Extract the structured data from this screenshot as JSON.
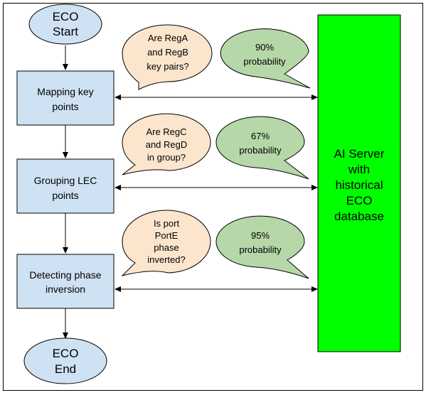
{
  "colors": {
    "ellipse_fill": "#cfe2f3",
    "box_fill": "#cfe2f3",
    "question_fill": "#fce5cd",
    "probability_fill": "#b6d7a8",
    "server_fill": "#00ff00",
    "stroke": "#000000"
  },
  "start": {
    "line1": "ECO",
    "line2": "Start"
  },
  "end": {
    "line1": "ECO",
    "line2": "End"
  },
  "steps": [
    {
      "line1": "Mapping key",
      "line2": "points"
    },
    {
      "line1": "Grouping LEC",
      "line2": "points"
    },
    {
      "line1": "Detecting phase",
      "line2": "inversion"
    }
  ],
  "questions": [
    {
      "lines": [
        "Are RegA",
        "and RegB",
        "key pairs?"
      ]
    },
    {
      "lines": [
        "Are RegC",
        "and RegD",
        "in group?"
      ]
    },
    {
      "lines": [
        "Is port",
        "PortE",
        "phase",
        "inverted?"
      ]
    }
  ],
  "probabilities": [
    {
      "line1": "90%",
      "line2": "probability"
    },
    {
      "line1": "67%",
      "line2": "probability"
    },
    {
      "line1": "95%",
      "line2": "probability"
    }
  ],
  "server": {
    "lines": [
      "AI Server",
      "with",
      "historical",
      "ECO",
      "database"
    ]
  }
}
